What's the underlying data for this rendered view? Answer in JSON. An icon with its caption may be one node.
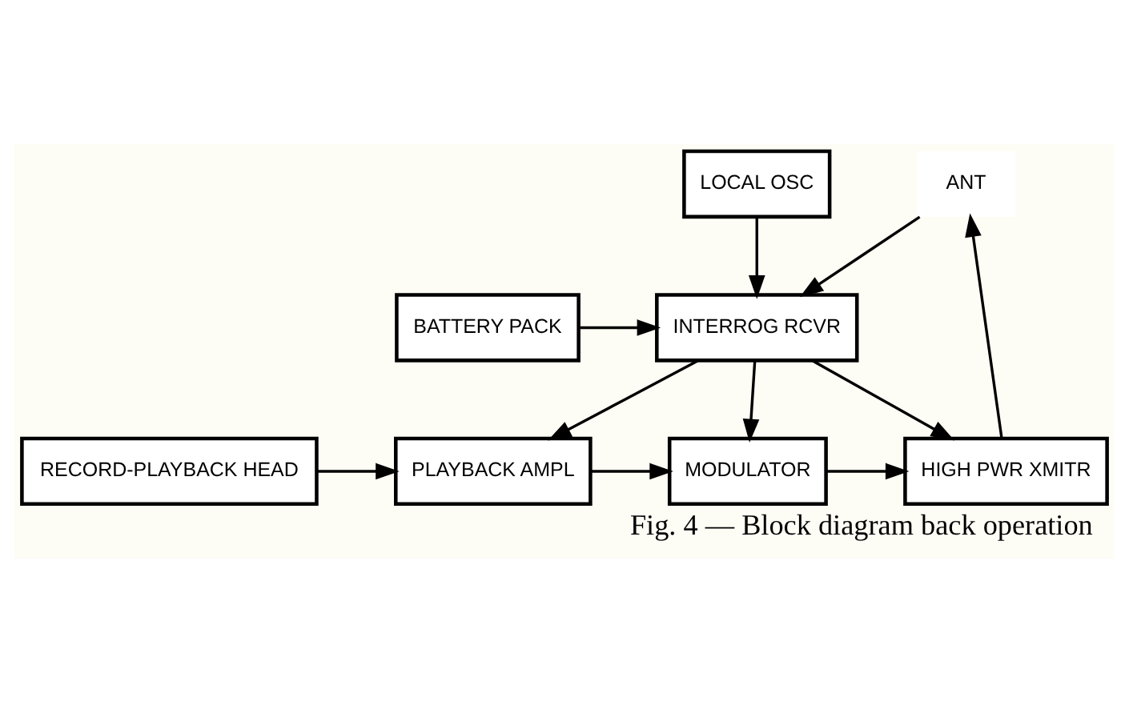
{
  "diagram": {
    "caption": "Fig. 4 — Block diagram back operation",
    "nodes": [
      {
        "text": [
          "ANT"
        ]
      },
      {
        "text": [
          "RECORD-PLAYBACK HEAD"
        ]
      },
      {
        "text": [
          "PLAYBACK AMPL"
        ]
      },
      {
        "text": [
          "MODULATOR"
        ]
      },
      {
        "text": [
          "HIGH PWR XMITR"
        ]
      },
      {
        "text": [
          "INTERROG RCVR"
        ]
      },
      {
        "text": [
          "BATTERY PACK"
        ]
      },
      {
        "text": [
          "LOCAL OSC"
        ]
      }
    ],
    "edges": [
      {
        "from": 1,
        "to": 2,
        "arrow": "to"
      },
      {
        "from": 2,
        "to": 3,
        "arrow": "to"
      },
      {
        "from": 3,
        "to": 4,
        "arrow": "to"
      },
      {
        "from": 4,
        "to": 0,
        "arrow": "to"
      },
      {
        "from": 0,
        "to": 5,
        "arrow": "to"
      },
      {
        "from": 5,
        "to": 2,
        "arrow": "to"
      },
      {
        "from": 5,
        "to": 3,
        "arrow": "to"
      },
      {
        "from": 5,
        "to": 4,
        "arrow": "to"
      },
      {
        "from": 6,
        "to": 5,
        "arrow": "to"
      },
      {
        "from": 7,
        "to": 5,
        "arrow": "to"
      }
    ]
  }
}
